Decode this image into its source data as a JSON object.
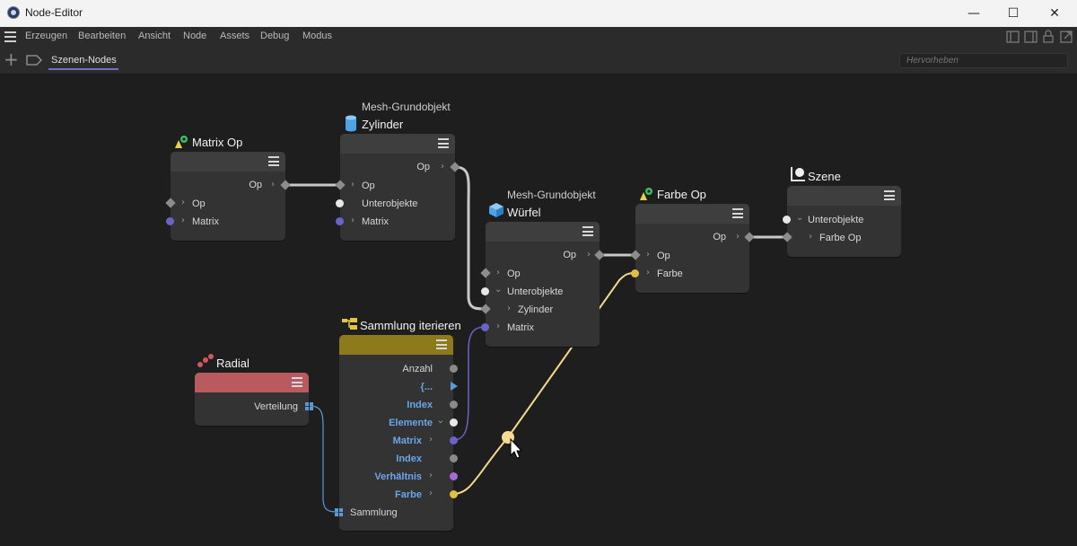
{
  "window": {
    "title": "Node-Editor",
    "minimize": "—",
    "maximize": "☐",
    "close": "✕"
  },
  "menu": [
    "Erzeugen",
    "Bearbeiten",
    "Ansicht",
    "Node",
    "Assets",
    "Debug",
    "Modus"
  ],
  "tab": {
    "label": "Szenen-Nodes"
  },
  "search": {
    "placeholder": "Hervorheben"
  },
  "nodes": {
    "matrix_op": {
      "title": "Matrix Op",
      "out": "Op",
      "in1": "Op",
      "in2": "Matrix"
    },
    "zylinder": {
      "subtitle": "Mesh-Grundobjekt",
      "title": "Zylinder",
      "out": "Op",
      "in1": "Op",
      "in2": "Unterobjekte",
      "in3": "Matrix"
    },
    "wuerfel": {
      "subtitle": "Mesh-Grundobjekt",
      "title": "Würfel",
      "out": "Op",
      "in1": "Op",
      "in2": "Unterobjekte",
      "in3": "Zylinder",
      "in4": "Matrix"
    },
    "farbe_op": {
      "title": "Farbe Op",
      "out": "Op",
      "in1": "Op",
      "in2": "Farbe"
    },
    "szene": {
      "title": "Szene",
      "in1": "Unterobjekte",
      "in2": "Farbe Op"
    },
    "sammlung": {
      "title": "Sammlung iterieren",
      "p1": "Anzahl",
      "p2": "{...",
      "p3": "Index",
      "p4": "Elemente",
      "p5": "Matrix",
      "p6": "Index",
      "p7": "Verhältnis",
      "p8": "Farbe",
      "in1": "Sammlung"
    },
    "radial": {
      "title": "Radial",
      "out": "Verteilung"
    }
  },
  "colors": {
    "accent": "#6d72c6",
    "sammlung_header": "#8d7a1a",
    "radial_header": "#b95a5e",
    "wire_white": "#d0d0d0",
    "wire_yellow": "#f3d98c",
    "wire_purple": "#6b62c8",
    "wire_blue": "#5a9ad8"
  }
}
